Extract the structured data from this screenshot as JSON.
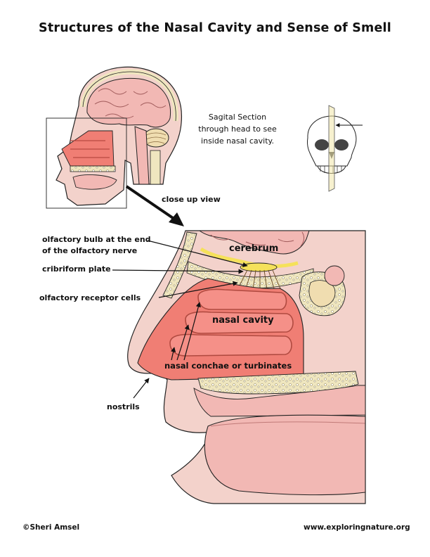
{
  "title": "Structures of the Nasal Cavity and Sense of Smell",
  "sagittal_note": [
    "Sagital Section",
    "through head to see",
    "inside nasal cavity."
  ],
  "labels": {
    "close_up": "close up view",
    "olfactory_bulb": [
      "olfactory bulb at the end",
      "of the olfactory nerve"
    ],
    "cribriform_plate": "cribriform plate",
    "olfactory_receptor_cells": "olfactory receptor cells",
    "cerebrum": "cerebrum",
    "nasal_cavity": "nasal cavity",
    "nasal_conchae": "nasal conchae or turbinates",
    "nostrils": "nostrils"
  },
  "footer": {
    "credit": "©Sheri Amsel",
    "website": "www.exploringnature.org"
  },
  "colors": {
    "brain": "#f2b8b4",
    "nasal_tissue": "#f07e74",
    "bone": "#efe6bf",
    "skin": "#f3d2cb",
    "nerve_yellow": "#f5e15a",
    "outline": "#222222"
  }
}
